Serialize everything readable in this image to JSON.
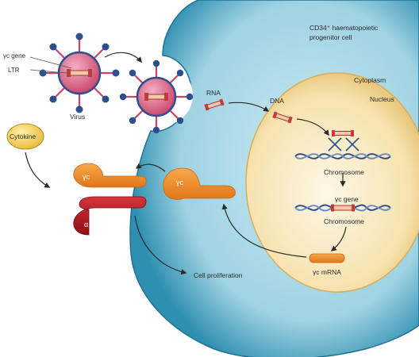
{
  "labels": {
    "cell_type_line1": "CD34⁺ haematopoietic",
    "cell_type_line2": "progenitor cell",
    "cytoplasm": "Cytoplasm",
    "nucleus": "Nucleus",
    "gamma_c_gene_virus": "γc gene",
    "ltr": "LTR",
    "virus": "Virus",
    "rna": "RNA",
    "dna": "DNA",
    "cytokine": "Cytokine",
    "chromosome_top": "Chromosome",
    "gamma_c_gene_nucleus": "γc gene",
    "chromosome_bottom": "Chromosome",
    "gamma_c_mrna": "γc mRNA",
    "cell_proliferation": "Cell proliferation",
    "gamma_c_receptor": "γc",
    "alpha_chain": "α",
    "gamma_c_free": "γc"
  },
  "colors": {
    "cytoplasm_outer": "#2f8fb0",
    "cytoplasm_inner": "#bfe3ef",
    "nucleus_outer": "#e8c983",
    "nucleus_inner": "#fbf3da",
    "gamma_c_protein": "#ef8c2a",
    "alpha_chain": "#b3141c",
    "virus_capsid": "#d9577a",
    "virus_spike_knob": "#2e4f8f",
    "cytokine": "#f2d36a"
  }
}
